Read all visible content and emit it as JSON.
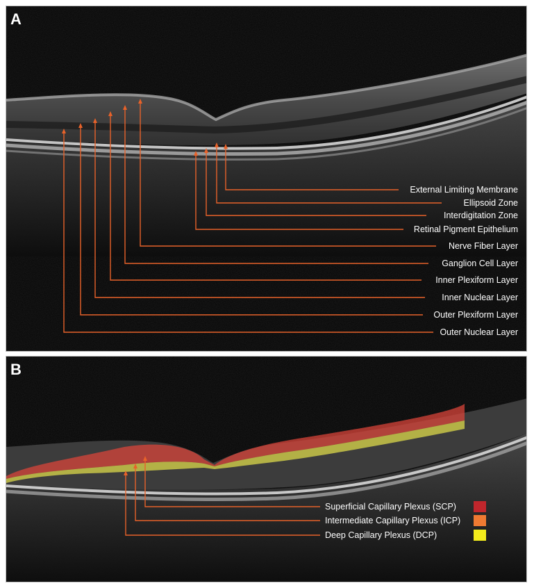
{
  "panel_a": {
    "letter": "A",
    "labels": [
      "External Limiting Membrane",
      "Ellipsoid Zone",
      "Interdigitation Zone",
      "Retinal Pigment Epithelium",
      "Nerve Fiber Layer",
      "Ganglion Cell Layer",
      "Inner Plexiform Layer",
      "Inner Nuclear Layer",
      "Outer Plexiform Layer",
      "Outer Nuclear Layer"
    ]
  },
  "panel_b": {
    "letter": "B",
    "labels": [
      "Superficial Capillary Plexus (SCP)",
      "Intermediate Capillary Plexus (ICP)",
      "Deep Capillary Plexus (DCP)"
    ],
    "swatch_colors": [
      "#c0262c",
      "#ef7a32",
      "#f3ec1c"
    ]
  },
  "colors": {
    "leader_line": "#e8622a",
    "background": "#000000",
    "scp_band": "#d8443a",
    "dcp_band": "#e6e24a"
  }
}
